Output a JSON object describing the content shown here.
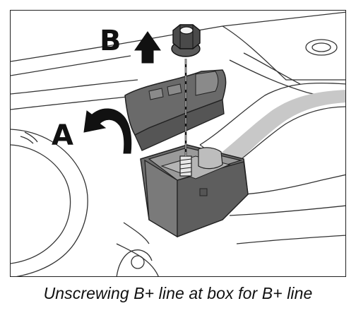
{
  "figure": {
    "callouts": {
      "a": "A",
      "b": "B"
    },
    "caption": "Unscrewing B+ line at box for B+ line"
  }
}
